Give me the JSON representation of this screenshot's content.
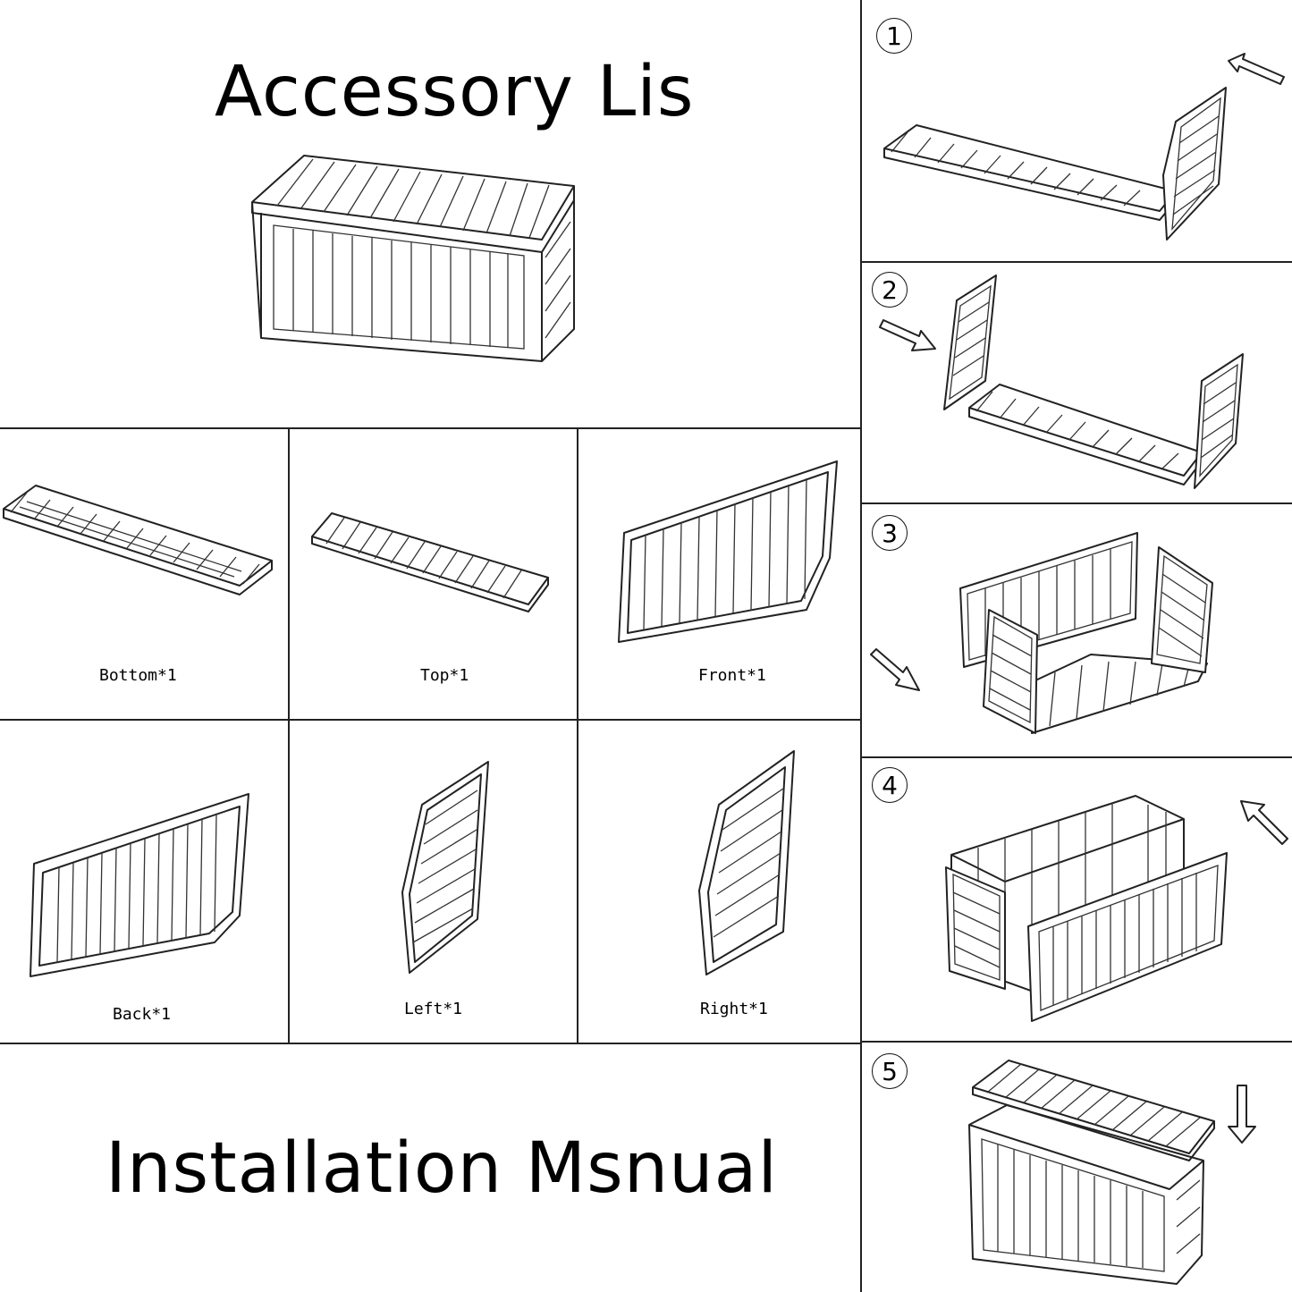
{
  "header": {
    "title": "Accessory Lis"
  },
  "footer": {
    "title": "Installation Msnual"
  },
  "parts": [
    {
      "label": "Bottom*1",
      "icon": "bottom-panel-icon"
    },
    {
      "label": "Top*1",
      "icon": "top-lid-icon"
    },
    {
      "label": "Front*1",
      "icon": "front-panel-icon"
    },
    {
      "label": "Back*1",
      "icon": "back-panel-icon"
    },
    {
      "label": "Left*1",
      "icon": "left-panel-icon"
    },
    {
      "label": "Right*1",
      "icon": "right-panel-icon"
    }
  ],
  "steps": [
    {
      "number": "1",
      "arrow": "up-left"
    },
    {
      "number": "2",
      "arrow": "down-right"
    },
    {
      "number": "3",
      "arrow": "down-right"
    },
    {
      "number": "4",
      "arrow": "up-left"
    },
    {
      "number": "5",
      "arrow": "down"
    }
  ]
}
